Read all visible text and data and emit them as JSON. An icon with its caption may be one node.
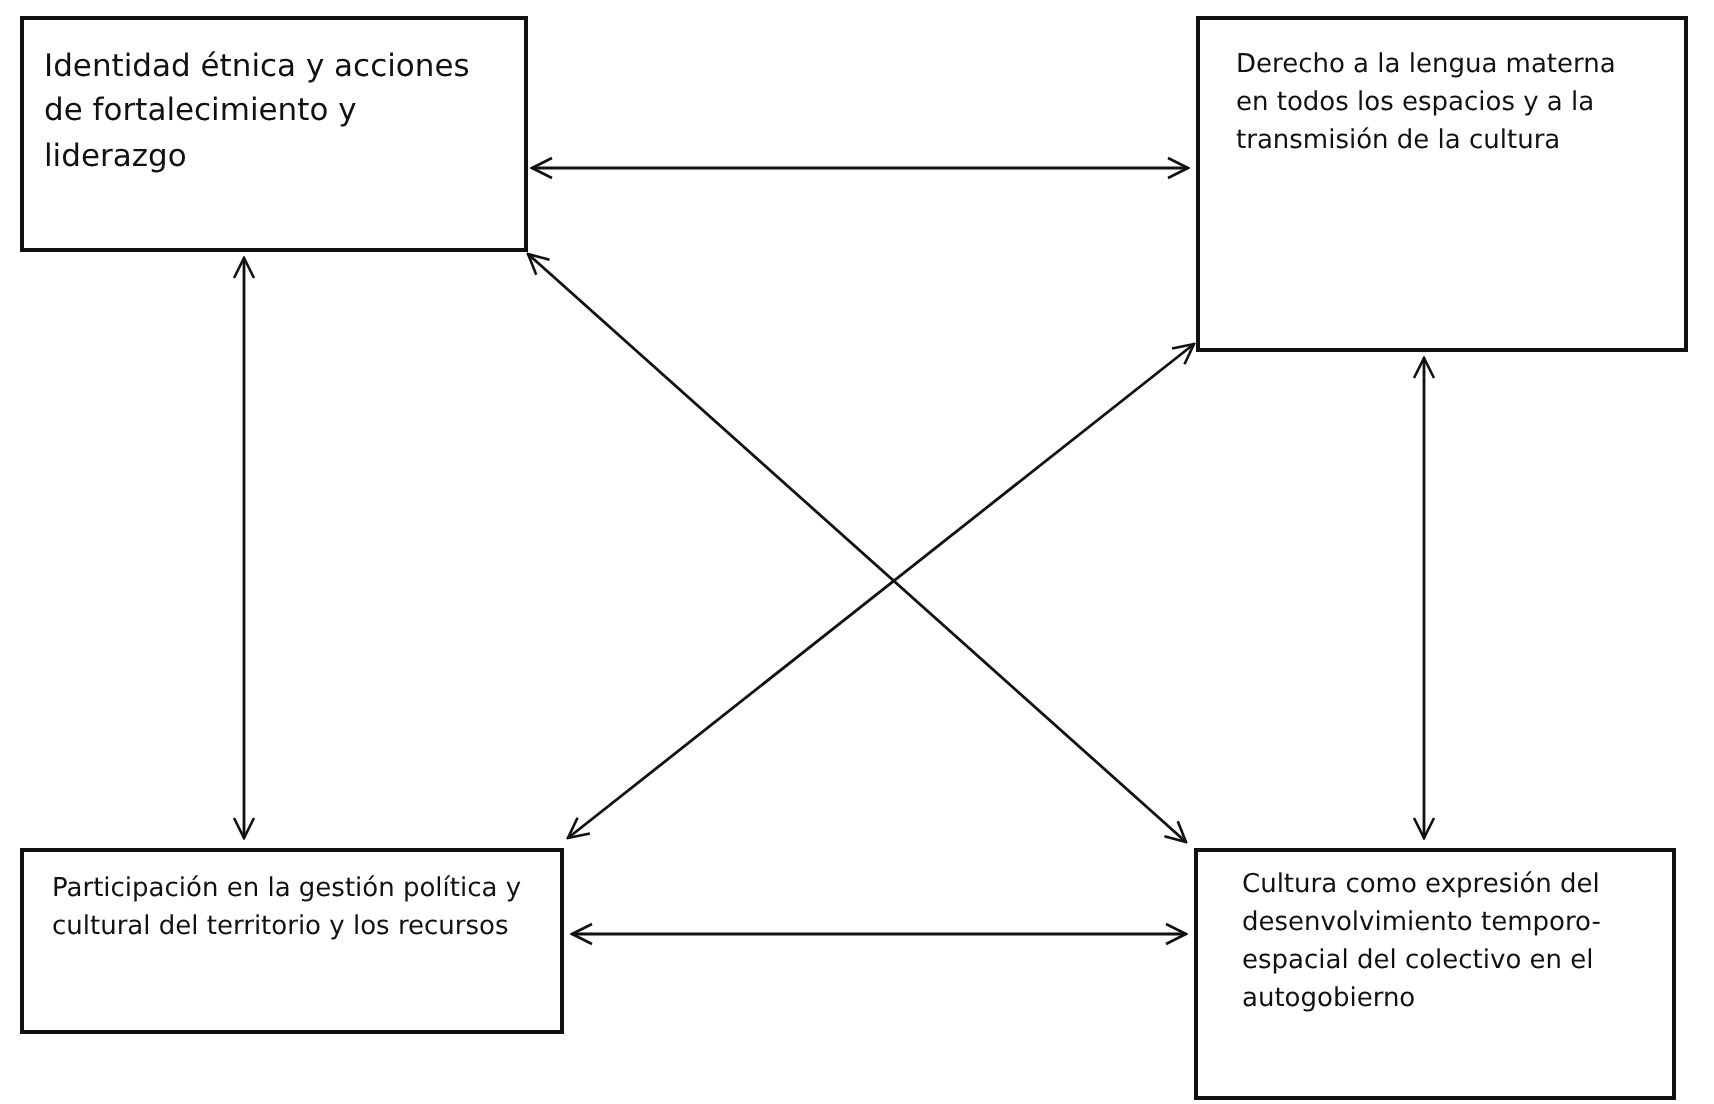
{
  "diagram": {
    "nodes": [
      {
        "text": [
          "Identidad étnica y acciones de fortalecimiento y liderazgo"
        ]
      },
      {
        "text": [
          "Derecho a la lengua materna en todos los espacios y a la transmisión de la cultura"
        ]
      },
      {
        "text": [
          "Participación en la gestión política y cultural del territorio y los recursos"
        ]
      },
      {
        "text": [
          "Cultura como expresión del desenvolvimiento temporo-espacial del colectivo en el autogobierno"
        ]
      }
    ],
    "edges": [
      {
        "from": 0,
        "to": 1,
        "arrow": "both"
      },
      {
        "from": 0,
        "to": 2,
        "arrow": "both"
      },
      {
        "from": 2,
        "to": 1,
        "arrow": "both"
      },
      {
        "from": 0,
        "to": 3,
        "arrow": "both"
      },
      {
        "from": 1,
        "to": 3,
        "arrow": "both"
      },
      {
        "from": 2,
        "to": 3,
        "arrow": "both"
      }
    ]
  }
}
